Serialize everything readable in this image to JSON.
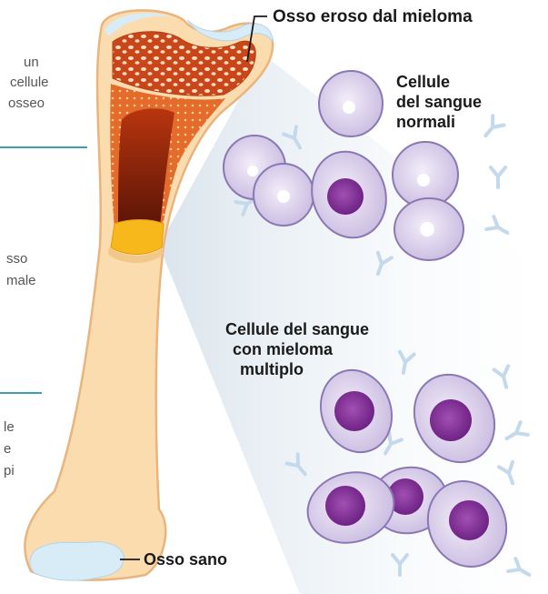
{
  "labels": {
    "eroded_bone": "Osso eroso dal mieloma",
    "normal_cells": [
      "Cellule",
      "del sangue",
      "normali"
    ],
    "myeloma_cells": [
      "Cellule del sangue",
      "con mieloma",
      "multiplo"
    ],
    "healthy_bone": "Osso sano"
  },
  "side_text": {
    "block1": [
      "un",
      "cellule",
      "osseo"
    ],
    "block2": [
      "sso",
      "male"
    ],
    "block3": [
      "le",
      "e",
      "pi"
    ]
  },
  "colors": {
    "bone": "#fbdcae",
    "bone_outline": "#e9b47d",
    "marrow_orange": "#e8702a",
    "marrow_dark": "#6b1a0a",
    "growth_plate": "#f6b81a",
    "cartilage": "#d8ecf7",
    "divider": "#3d9fae",
    "cell_fill": "#d7cde6",
    "cell_stroke": "#8a78b5",
    "nucleus": "#7a2e8e",
    "antibody": "#c4d9ec"
  }
}
